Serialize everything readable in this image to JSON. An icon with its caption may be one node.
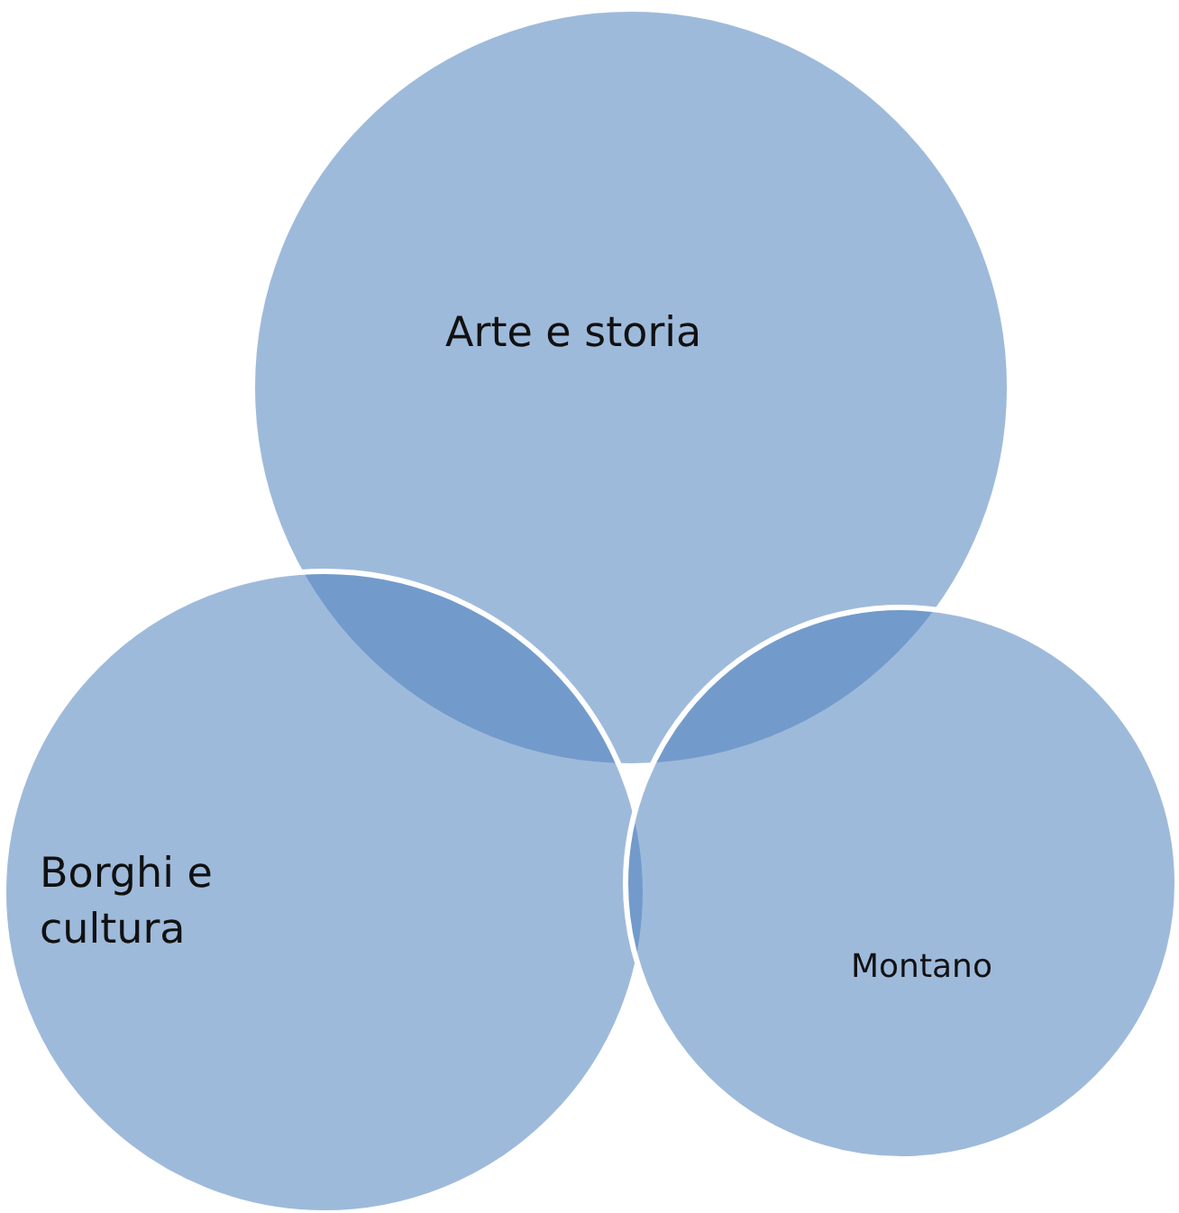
{
  "diagram": {
    "nodes": [
      {
        "text": [
          "Arte e storia"
        ]
      },
      {
        "text": [
          "Borghi e cultura"
        ]
      },
      {
        "text": [
          "Montano"
        ]
      }
    ]
  }
}
